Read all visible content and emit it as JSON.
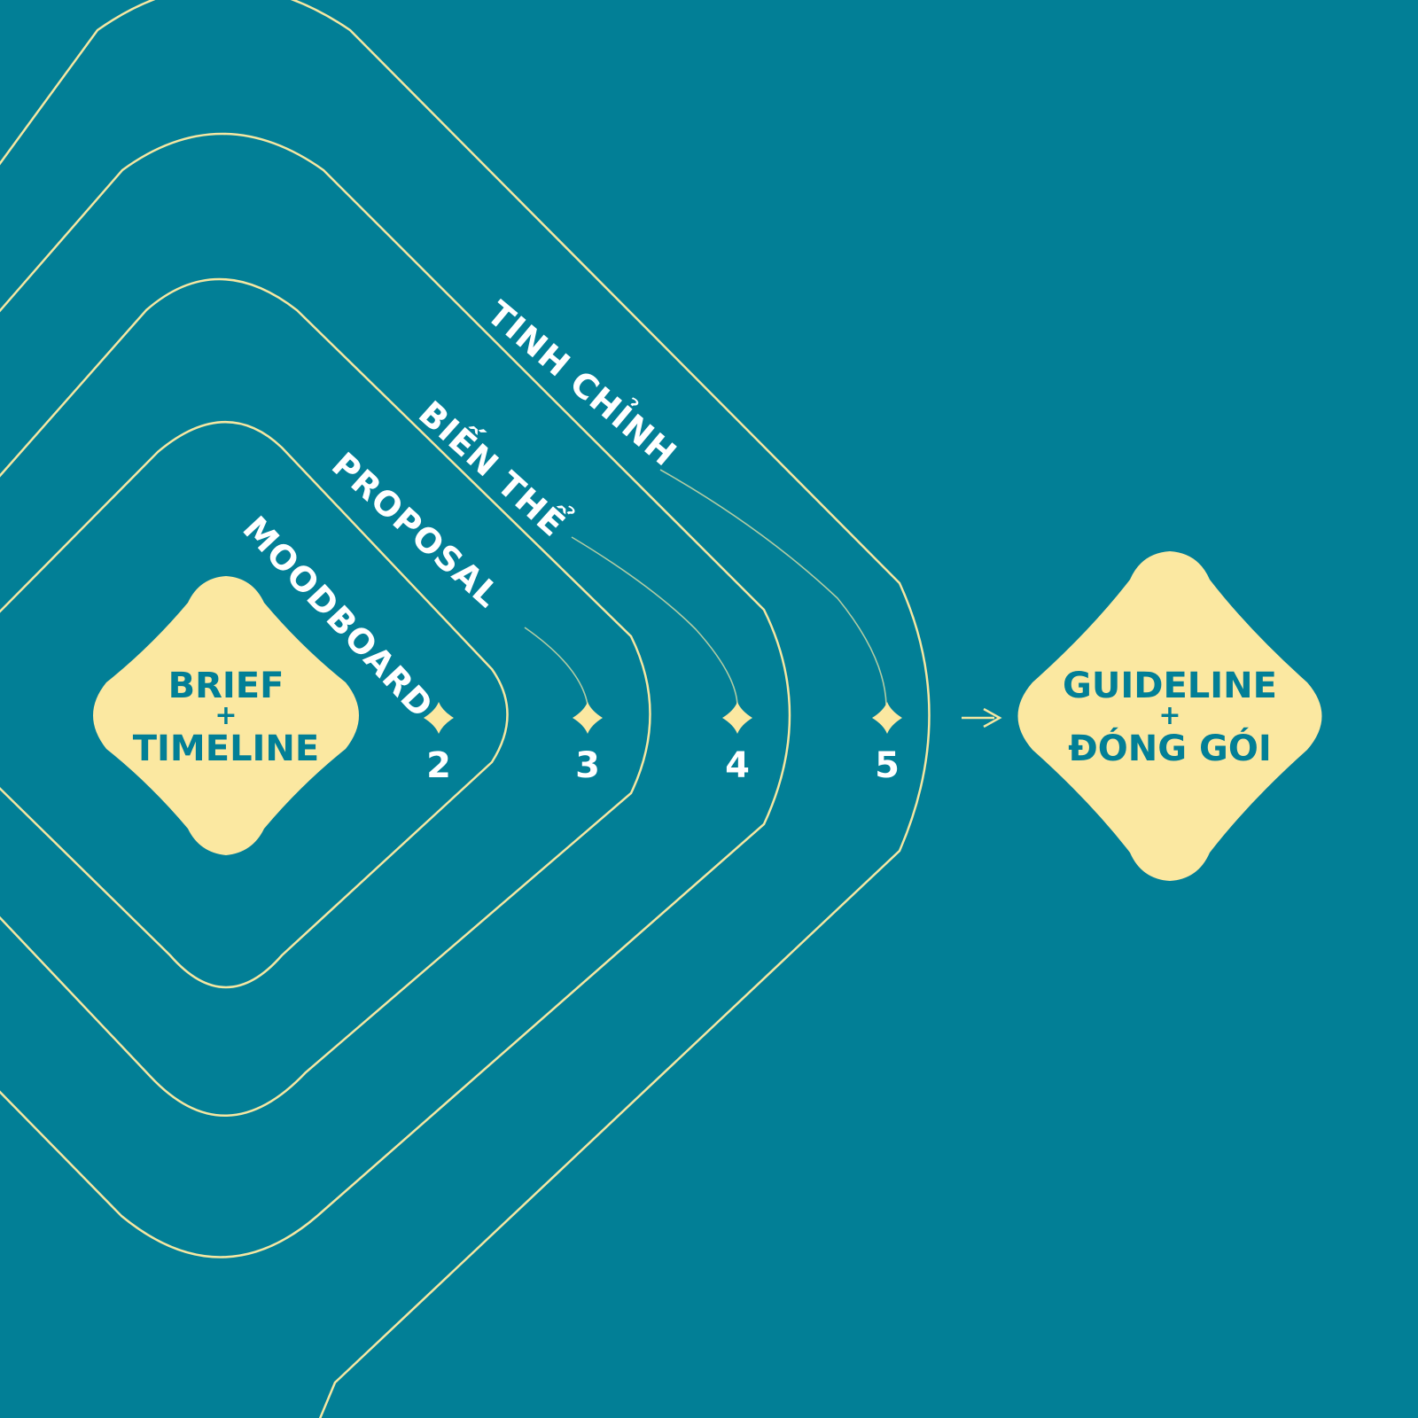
{
  "colors": {
    "background": "#027f96",
    "line": "#f4e7a2",
    "node_fill": "#fbe8a1",
    "node_text": "#027f96",
    "label_text": "#ffffff"
  },
  "start_node": {
    "line1": "BRIEF",
    "plus": "+",
    "line2": "TIMELINE"
  },
  "end_node": {
    "line1": "GUIDELINE",
    "plus": "+",
    "line2": "ĐÓNG GÓI"
  },
  "stages": [
    {
      "number": "2",
      "label": "MOODBOARD"
    },
    {
      "number": "3",
      "label": "PROPOSAL"
    },
    {
      "number": "4",
      "label": "BIẾN THỂ"
    },
    {
      "number": "5",
      "label": "TINH CHỈNH"
    }
  ]
}
